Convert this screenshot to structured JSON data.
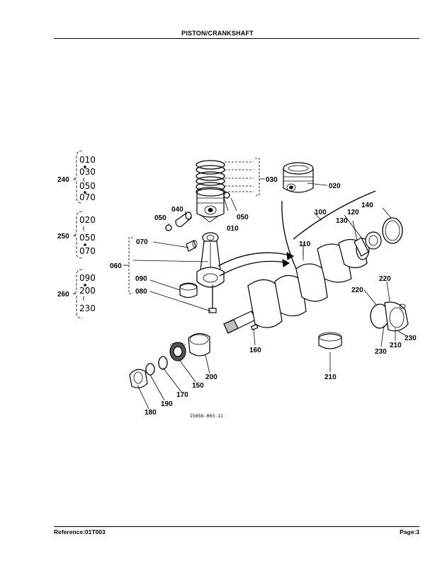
{
  "header": {
    "title": "PISTON/CRANKSHAFT"
  },
  "footer": {
    "reference": "Reference:01T003",
    "page": "Page:3"
  },
  "diagram": {
    "figure_code": "I5656-003-11",
    "groups": [
      {
        "id": "240",
        "members": [
          "010",
          "030",
          "050",
          "070"
        ]
      },
      {
        "id": "250",
        "members": [
          "020",
          "050",
          "070"
        ]
      },
      {
        "id": "260",
        "members": [
          "090",
          "200",
          "230"
        ]
      }
    ],
    "callouts": [
      "010",
      "020",
      "030",
      "040",
      "050",
      "050",
      "060",
      "070",
      "080",
      "090",
      "100",
      "110",
      "120",
      "130",
      "140",
      "150",
      "160",
      "170",
      "180",
      "190",
      "200",
      "210",
      "210",
      "220",
      "220",
      "230",
      "230"
    ]
  }
}
